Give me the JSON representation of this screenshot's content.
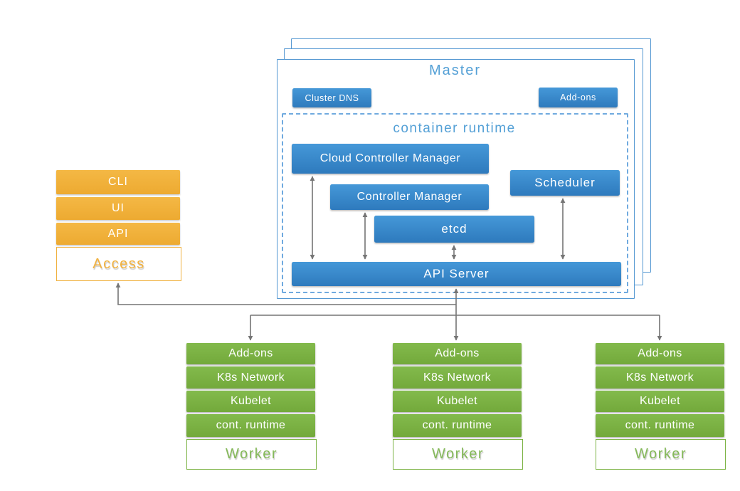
{
  "colors": {
    "blue": "#3585cb",
    "blue_border": "#5598d2",
    "blue_title": "#54a0d6",
    "orange": "#f0b140",
    "green": "#7cb344",
    "connector_gray": "#757575"
  },
  "master": {
    "title": "Master",
    "cluster_dns": "Cluster DNS",
    "addons": "Add-ons"
  },
  "runtime": {
    "title": "container runtime",
    "cloud_controller_manager": "Cloud Controller Manager",
    "controller_manager": "Controller Manager",
    "scheduler": "Scheduler",
    "etcd": "etcd",
    "api_server": "API Server"
  },
  "access": {
    "items": [
      "CLI",
      "UI",
      "API"
    ],
    "base": "Access"
  },
  "workers": [
    {
      "rows": [
        "Add-ons",
        "K8s Network",
        "Kubelet",
        "cont. runtime"
      ],
      "base": "Worker"
    },
    {
      "rows": [
        "Add-ons",
        "K8s Network",
        "Kubelet",
        "cont. runtime"
      ],
      "base": "Worker"
    },
    {
      "rows": [
        "Add-ons",
        "K8s Network",
        "Kubelet",
        "cont. runtime"
      ],
      "base": "Worker"
    }
  ]
}
